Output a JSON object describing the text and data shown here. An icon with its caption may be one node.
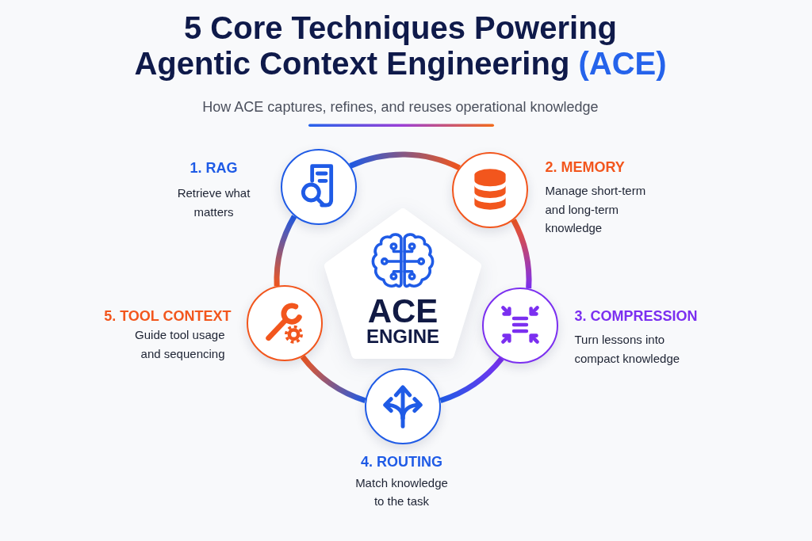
{
  "diagram": {
    "title": "5 Core Techniques Powering Agentic Context Engineering **(ACE)**",
    "nodes": [
      {
        "text": [
          "ACE",
          "ENGINE"
        ]
      },
      {
        "text": [
          "1. RAG",
          "Retrieve what matters"
        ]
      },
      {
        "text": [
          "2. MEMORY",
          "Manage short-term and long-term knowledge"
        ]
      },
      {
        "text": [
          "3. COMPRESSION",
          "Turn lessons into compact knowledge"
        ]
      },
      {
        "text": [
          "4. ROUTING",
          "Match knowledge to the task"
        ]
      },
      {
        "text": [
          "5. TOOL CONTEXT",
          "Guide tool usage and sequencing"
        ]
      }
    ],
    "edges": [
      {
        "from": 1,
        "to": 2,
        "arrow": "none"
      },
      {
        "from": 2,
        "to": 3,
        "arrow": "none"
      },
      {
        "from": 3,
        "to": 4,
        "arrow": "none"
      },
      {
        "from": 4,
        "to": 5,
        "arrow": "none"
      },
      {
        "from": 5,
        "to": 1,
        "arrow": "none"
      }
    ],
    "labels": [
      "How ACE captures, refines, and reuses operational knowledge"
    ]
  }
}
